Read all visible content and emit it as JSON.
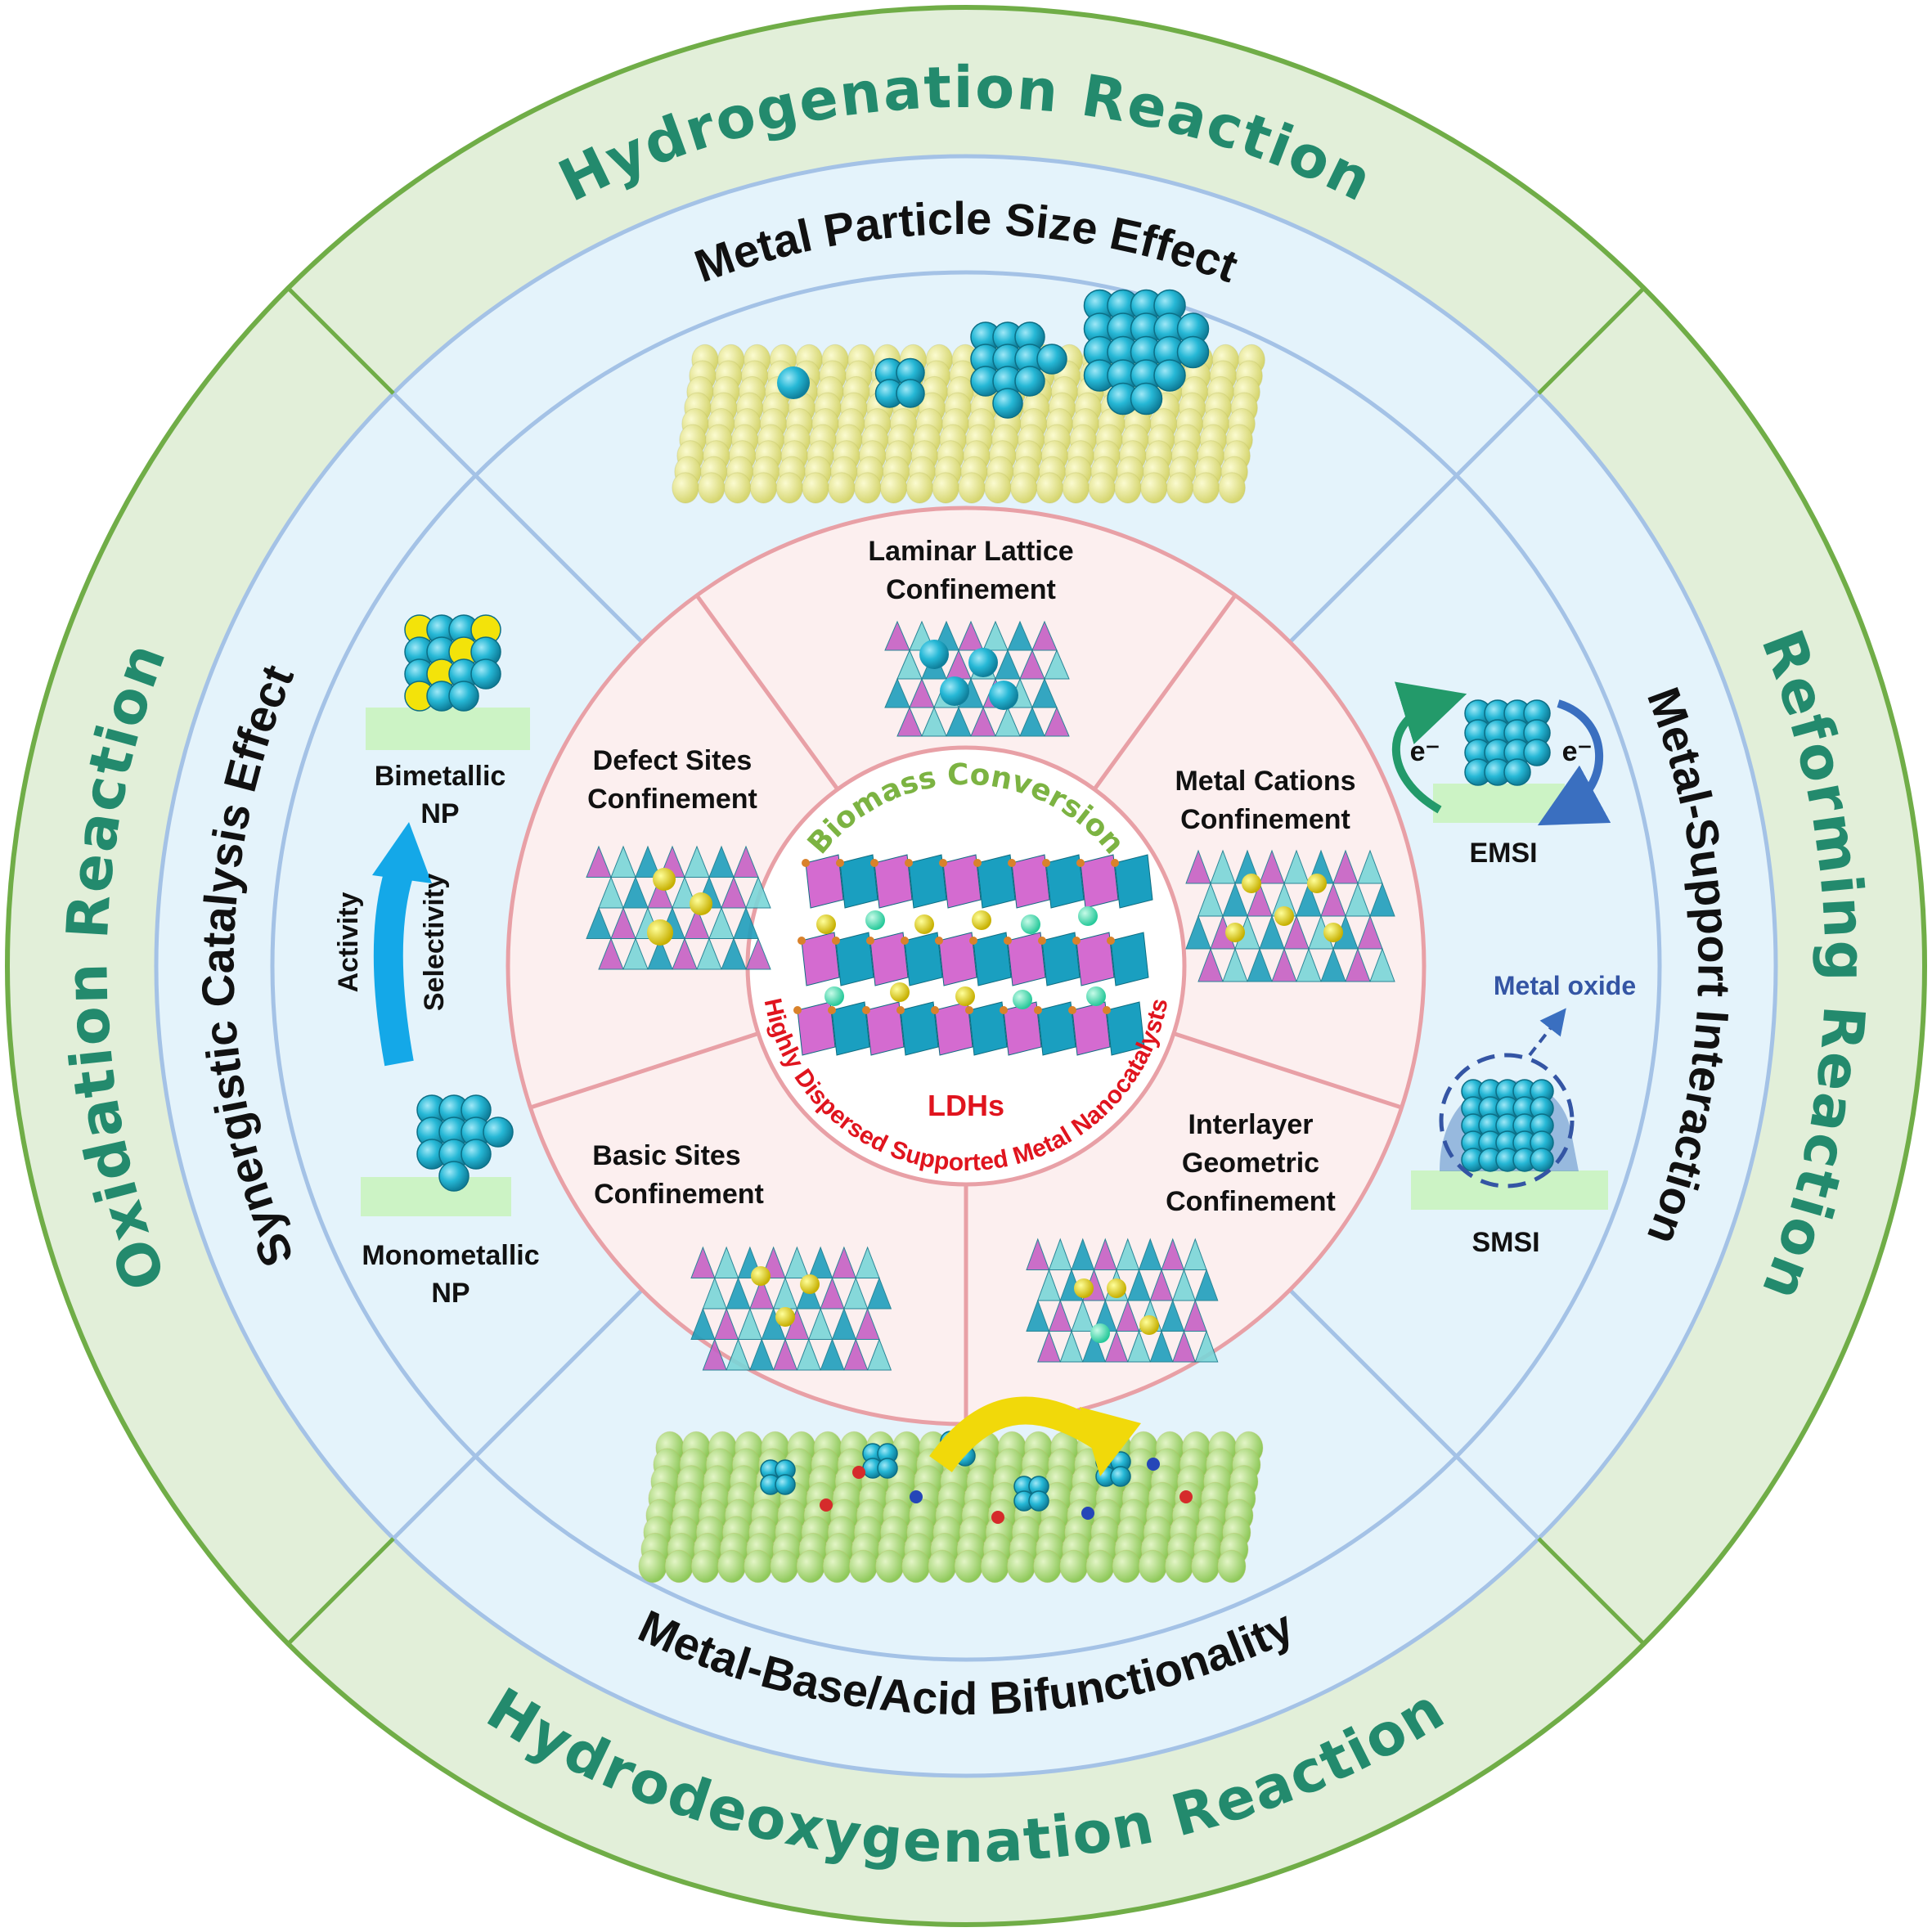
{
  "colors": {
    "green_band": "#e2efd9",
    "green_line": "#70ad47",
    "blue_band": "#e4f3fb",
    "blue_line": "#a4c2e6",
    "pink_band": "#fcefef",
    "pink_line": "#e8a0a6",
    "reaction_text": "#238a6d",
    "red_text": "#e0141e",
    "cyan": "#26b8d6",
    "yellow_atom": "#e9e98a",
    "green_atom": "#b5dc7d"
  },
  "reactions": {
    "top": "Hydrogenation Reaction",
    "left": "Oxidation Reaction",
    "right": "Reforming Reaction",
    "bottom": "Hydrodeoxygenation Reaction"
  },
  "effects": {
    "top": "Metal Particle Size Effect",
    "left": "Synergistic Catalysis Effect",
    "right": "Metal-Support Interaction",
    "bottom": "Metal-Base/Acid Bifunctionality"
  },
  "confinements": {
    "laminar": [
      "Laminar Lattice",
      "Confinement"
    ],
    "defect": [
      "Defect Sites",
      "Confinement"
    ],
    "cations": [
      "Metal Cations",
      "Confinement"
    ],
    "interlayer": [
      "Interlayer",
      "Geometric",
      "Confinement"
    ],
    "basic": [
      "Basic Sites",
      "Confinement"
    ]
  },
  "center": {
    "arc_top": "Biomass Conversion",
    "arc_bottom": "Highly Dispersed Supported Metal Nanocatalysts",
    "label": "LDHs"
  },
  "synergy": {
    "bimetallic": [
      "Bimetallic",
      "NP"
    ],
    "monometallic": [
      "Monometallic",
      "NP"
    ],
    "activity": "Activity",
    "selectivity": "Selectivity"
  },
  "msi": {
    "emsi": "EMSI",
    "electron": "e⁻",
    "smsi": "SMSI",
    "metal_oxide": "Metal oxide"
  }
}
